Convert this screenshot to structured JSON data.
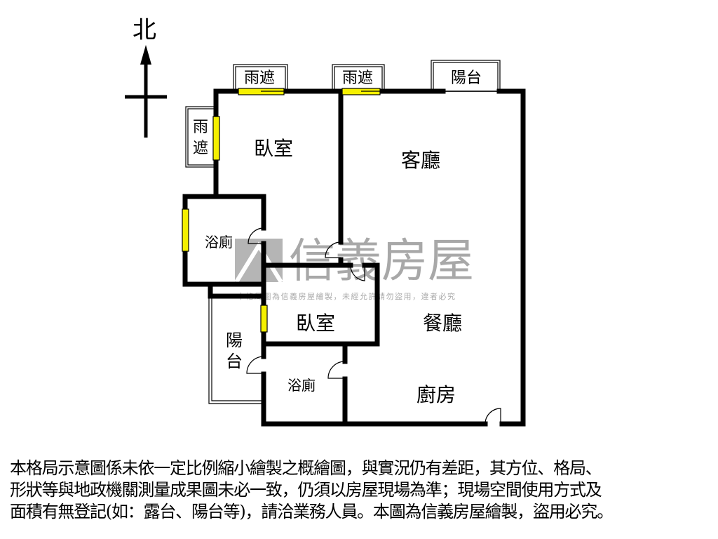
{
  "compass": {
    "north_label": "北"
  },
  "rooms": {
    "bedroom_main": "臥室",
    "living_room": "客廳",
    "bathroom_upper": "浴廁",
    "bedroom_second": "臥室",
    "dining_room": "餐廳",
    "balcony_side_line1": "陽",
    "balcony_side_line2": "台",
    "bathroom_lower": "浴廁",
    "kitchen": "廚房",
    "balcony_top": "陽台",
    "awning_top_left": "雨遮",
    "awning_top_middle": "雨遮",
    "awning_side_line1": "雨",
    "awning_side_line2": "遮"
  },
  "watermark": {
    "brand": "信義房屋",
    "notice": "本格局圖為信義房屋繪製，未經允許請勿盜用，違者必究"
  },
  "colors": {
    "wall": "#000000",
    "window": "#f5f000",
    "watermark": "#9a9a9a"
  },
  "disclaimer": {
    "lines": [
      "本格局示意圖係未依一定比例縮小繪製之概繪圖，與實況仍有差距，其方位、格局、",
      "形狀等與地政機關測量成果圖未必一致，仍須以房屋現場為準；現場空間使用方式及",
      "面積有無登記(如：露台、陽台等)，請洽業務人員。本圖為信義房屋繪製，盜用必究。"
    ]
  }
}
